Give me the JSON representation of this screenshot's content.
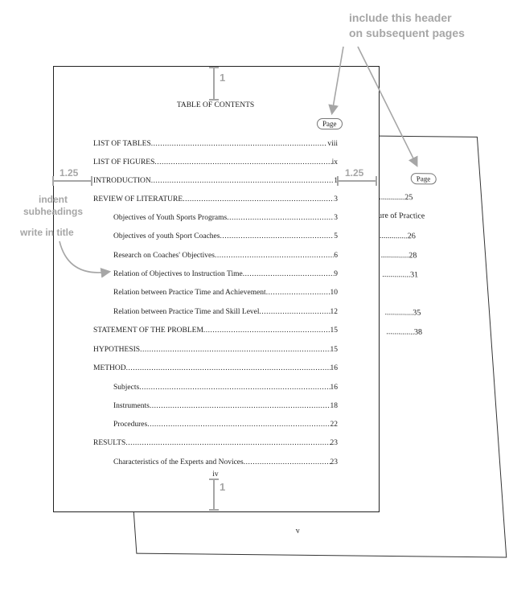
{
  "annotations": {
    "header_note_line1": "include this header",
    "header_note_line2": "on subsequent pages",
    "top_margin": "1",
    "bottom_margin": "1",
    "left_margin": "1.25",
    "right_margin": "1.25",
    "indent_line1": "indent",
    "indent_line2": "subheadings",
    "write_in_title": "write in title"
  },
  "front_page": {
    "title": "TABLE OF CONTENTS",
    "page_label": "Page",
    "page_number": "iv",
    "entries": [
      {
        "title": "LIST OF TABLES",
        "page": "viii"
      },
      {
        "title": "LIST OF FIGURES",
        "page": "ix"
      },
      {
        "title": "INTRODUCTION",
        "page": "1"
      },
      {
        "title": "REVIEW OF LITERATURE",
        "page": "3"
      },
      {
        "title": "Objectives of Youth Sports Programs",
        "page": "3"
      },
      {
        "title": "Objectives of youth Sport Coaches",
        "page": "5"
      },
      {
        "title": "Research on Coaches' Objectives",
        "page": "6"
      },
      {
        "title": "Relation of Objectives to Instruction Time",
        "page": "9"
      },
      {
        "title": "Relation between Practice Time and Achievement",
        "page": "10"
      },
      {
        "title": "Relation between Practice Time and Skill Level",
        "page": "12"
      },
      {
        "title": "STATEMENT OF THE PROBLEM",
        "page": "15"
      },
      {
        "title": "HYPOTHESIS",
        "page": "15"
      },
      {
        "title": "METHOD",
        "page": "16"
      },
      {
        "title": "Subjects",
        "page": "16"
      },
      {
        "title": "Instruments",
        "page": "18"
      },
      {
        "title": "Procedures",
        "page": "22"
      },
      {
        "title": "RESULTS",
        "page": "23"
      },
      {
        "title": "Characteristics of the Experts and Novices",
        "page": "23"
      }
    ]
  },
  "back_page": {
    "page_label": "Page",
    "page_number": "v",
    "fragments": [
      {
        "text": "..............25"
      },
      {
        "text": "ure of Practice"
      },
      {
        "text": "..............26"
      },
      {
        "text": "..............28"
      },
      {
        "text": "..............31"
      },
      {
        "text": "..............35"
      },
      {
        "text": "..............38"
      }
    ]
  }
}
